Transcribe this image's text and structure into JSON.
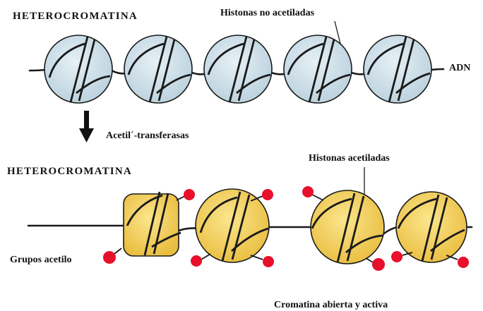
{
  "labels": {
    "top_title": "HETEROCROMATINA",
    "top_histone": "Histonas no acetiladas",
    "dna": "ADN",
    "enzyme": "Acetil´-transferasas",
    "bottom_title": "HETEROCROMATINA",
    "bottom_histone": "Histonas acetiladas",
    "acetyl": "Grupos acetilo",
    "open_chromatin": "Cromatina abierta y activa"
  },
  "colors": {
    "histone_blue_fill": "#cfe0ea",
    "histone_yellow_fill": "#f4d46a",
    "acetyl_red": "#e8102a",
    "ink": "#1a1a1a"
  },
  "icons": {
    "arrow": "down-arrow-icon"
  }
}
